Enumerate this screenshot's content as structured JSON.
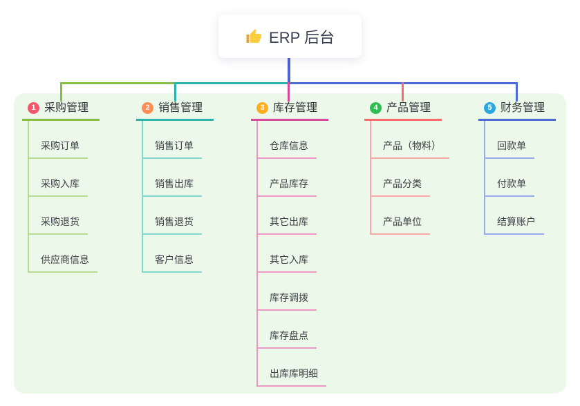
{
  "root": {
    "icon": "thumbs-up-icon",
    "label": "ERP 后台"
  },
  "branches": [
    {
      "index": "1",
      "label": "采购管理",
      "badge_color": "#f3566c",
      "line_color": "#87bd44",
      "child_line_color": "#b9dc94",
      "children": [
        "采购订单",
        "采购入库",
        "采购退货",
        "供应商信息"
      ]
    },
    {
      "index": "2",
      "label": "销售管理",
      "badge_color": "#ff8d55",
      "line_color": "#2ab4ac",
      "child_line_color": "#84d7d0",
      "children": [
        "销售订单",
        "销售出库",
        "销售退货",
        "客户信息"
      ]
    },
    {
      "index": "3",
      "label": "库存管理",
      "badge_color": "#ffae22",
      "line_color": "#d8499e",
      "child_line_color": "#ee97c7",
      "children": [
        "仓库信息",
        "产品库存",
        "其它出库",
        "其它入库",
        "库存调拨",
        "库存盘点",
        "出库库明细"
      ]
    },
    {
      "index": "4",
      "label": "产品管理",
      "badge_color": "#2ebd51",
      "line_color": "#f56c6c",
      "child_line_color": "#f9a7a7",
      "children": [
        "产品（物料）",
        "产品分类",
        "产品单位"
      ]
    },
    {
      "index": "5",
      "label": "财务管理",
      "badge_color": "#29a9e0",
      "line_color": "#4c6bd6",
      "child_line_color": "#97abe8",
      "children": [
        "回款单",
        "付款单",
        "结算账户"
      ]
    }
  ],
  "colors": {
    "canvas_background": "#ffffff",
    "panel_background": "#ecf8e9",
    "root_connector": "#4c62d6",
    "root_label_text": "#3b4152",
    "branch_label_text": "#32373c",
    "child_label_text": "#3a4045"
  }
}
